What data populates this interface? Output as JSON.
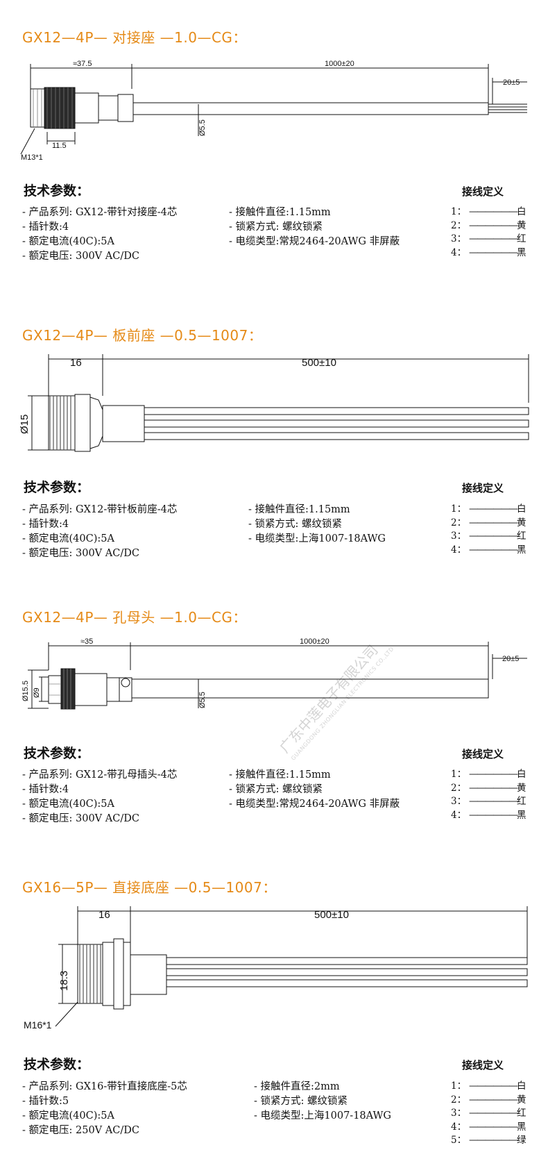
{
  "watermark": {
    "text": "广东中莲电子有限公司",
    "subtext": "GUANGDONG ZHONGLIAN ELECTRONICS CO.,LTD"
  },
  "sections": [
    {
      "title": "GX12—4P— 对接座 —1.0—CG：",
      "dims": {
        "d1": "≈37.5",
        "d2": "1000±20",
        "d3": "20±5",
        "d4": "Ø5.5",
        "d5": "11.5",
        "d6": "M13*1"
      },
      "params_heading": "技术参数：",
      "params_left": [
        "- 产品系列: GX12-带针对接座-4芯",
        "- 插针数:4",
        "- 额定电流(40C):5A",
        "- 额定电压: 300V AC/DC"
      ],
      "params_right": [
        "- 接触件直径:1.15mm",
        "- 锁紧方式: 螺纹锁紧",
        "- 电缆类型:常规2464-20AWG 非屏蔽"
      ],
      "wiring_heading": "接线定义",
      "wiring": [
        {
          "num": "1：",
          "dash": "——————",
          "color": "白"
        },
        {
          "num": "2：",
          "dash": "——————",
          "color": "黄"
        },
        {
          "num": "3：",
          "dash": "——————",
          "color": "红"
        },
        {
          "num": "4：",
          "dash": "——————",
          "color": "黑"
        }
      ]
    },
    {
      "title": "GX12—4P— 板前座 —0.5—1007：",
      "dims": {
        "d1": "16",
        "d2": "500±10",
        "d3": "Ø15"
      },
      "params_heading": "技术参数：",
      "params_left": [
        "- 产品系列: GX12-带针板前座-4芯",
        "- 插针数:4",
        "- 额定电流(40C):5A",
        "- 额定电压: 300V AC/DC"
      ],
      "params_right": [
        "- 接触件直径:1.15mm",
        "- 锁紧方式: 螺纹锁紧",
        "- 电缆类型:上海1007-18AWG"
      ],
      "wiring_heading": "接线定义",
      "wiring": [
        {
          "num": "1：",
          "dash": "——————",
          "color": "白"
        },
        {
          "num": "2：",
          "dash": "——————",
          "color": "黄"
        },
        {
          "num": "3：",
          "dash": "——————",
          "color": "红"
        },
        {
          "num": "4：",
          "dash": "——————",
          "color": "黑"
        }
      ]
    },
    {
      "title": "GX12—4P— 孔母头 —1.0—CG：",
      "dims": {
        "d1": "≈35",
        "d2": "1000±20",
        "d3": "20±5",
        "d4": "Ø5.5",
        "d5": "Ø15.5",
        "d6": "Ø9"
      },
      "params_heading": "技术参数：",
      "params_left": [
        "- 产品系列: GX12-带孔母插头-4芯",
        "- 插针数:4",
        "- 额定电流(40C):5A",
        "- 额定电压: 300V AC/DC"
      ],
      "params_right": [
        "- 接触件直径:1.15mm",
        "- 锁紧方式: 螺纹锁紧",
        "- 电缆类型:常规2464-20AWG 非屏蔽"
      ],
      "wiring_heading": "接线定义",
      "wiring": [
        {
          "num": "1：",
          "dash": "——————",
          "color": "白"
        },
        {
          "num": "2：",
          "dash": "——————",
          "color": "黄"
        },
        {
          "num": "3：",
          "dash": "——————",
          "color": "红"
        },
        {
          "num": "4：",
          "dash": "——————",
          "color": "黑"
        }
      ]
    },
    {
      "title": "GX16—5P— 直接底座 —0.5—1007：",
      "dims": {
        "d1": "16",
        "d2": "500±10",
        "d3": "18.3",
        "d4": "M16*1"
      },
      "params_heading": "技术参数：",
      "params_left": [
        "- 产品系列: GX16-带针直接底座-5芯",
        "- 插针数:5",
        "- 额定电流(40C):5A",
        "- 额定电压: 250V AC/DC"
      ],
      "params_right": [
        "- 接触件直径:2mm",
        "- 锁紧方式: 螺纹锁紧",
        "- 电缆类型:上海1007-18AWG"
      ],
      "wiring_heading": "接线定义",
      "wiring": [
        {
          "num": "1：",
          "dash": "——————",
          "color": "白"
        },
        {
          "num": "2：",
          "dash": "——————",
          "color": "黄"
        },
        {
          "num": "3：",
          "dash": "——————",
          "color": "红"
        },
        {
          "num": "4：",
          "dash": "——————",
          "color": "黑"
        },
        {
          "num": "5：",
          "dash": "——————",
          "color": "绿"
        }
      ]
    }
  ]
}
